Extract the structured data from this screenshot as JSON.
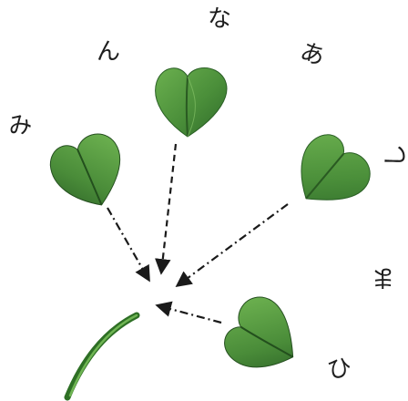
{
  "labels": {
    "na": "な",
    "n": "ん",
    "a": "あ",
    "mi": "み",
    "shi": "し",
    "ma": "ま",
    "hi": "ひ"
  },
  "colors": {
    "leaf_dark": "#2f6b2a",
    "leaf_mid": "#4b8f3a",
    "leaf_light": "#6bb04f",
    "stem": "#3f8a32",
    "arrow": "#1a1a1a"
  },
  "icons": {
    "leaf": "clover-leaf",
    "stem": "clover-stem"
  }
}
